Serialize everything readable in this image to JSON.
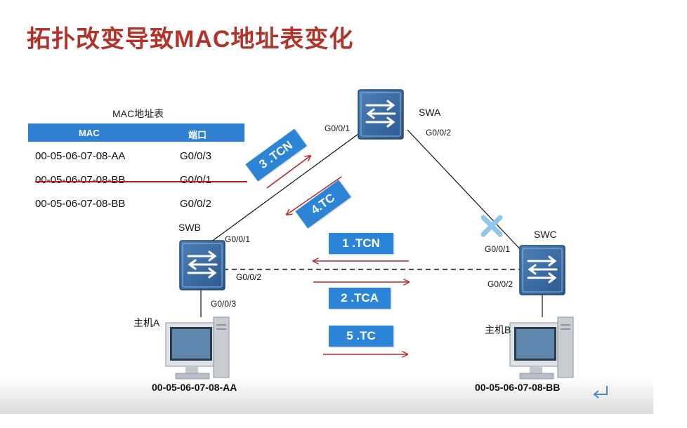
{
  "title": "拓扑改变导致MAC地址表变化",
  "mac_table": {
    "caption": "MAC地址表",
    "headers": {
      "mac": "MAC",
      "port": "端口"
    },
    "rows": [
      {
        "mac": "00-05-06-07-08-AA",
        "port": "G0/0/3",
        "struck": false
      },
      {
        "mac": "00-05-06-07-08-BB",
        "port": "G0/0/1",
        "struck": true
      },
      {
        "mac": "00-05-06-07-08-BB",
        "port": "G0/0/2",
        "struck": false
      }
    ]
  },
  "devices": {
    "swa": {
      "name": "SWA",
      "port_left": "G0/0/1",
      "port_right": "G0/0/2"
    },
    "swb": {
      "name": "SWB",
      "port_up": "G0/0/1",
      "port_right": "G0/0/2",
      "port_down": "G0/0/3"
    },
    "swc": {
      "name": "SWC",
      "port_up": "G0/0/1",
      "port_left": "G0/0/2"
    }
  },
  "hosts": {
    "a": {
      "name": "主机A",
      "mac": "00-05-06-07-08-AA"
    },
    "b": {
      "name": "主机B",
      "mac": "00-05-06-07-08-BB"
    }
  },
  "messages": {
    "m1": "1 .TCN",
    "m2": "2 .TCA",
    "m3": "3 .TCN",
    "m4": "4.TC",
    "m5": "5 .TC"
  },
  "colors": {
    "title": "#b0342a",
    "header_bg": "#2f7fd3",
    "message_bg": "#2b84d6",
    "arrow": "#b52a2a",
    "link_failure_mark": "#8fc6ea",
    "switch_body": "#3a6ea5"
  },
  "icons": [
    "switch-icon",
    "pc-icon",
    "link-failure-icon",
    "return-icon"
  ]
}
